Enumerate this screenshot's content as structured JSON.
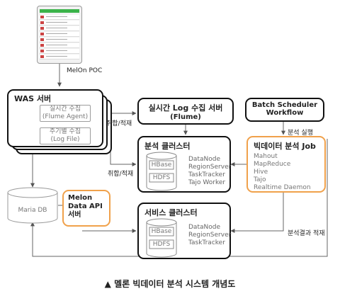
{
  "phone": {
    "label": "MelOn POC"
  },
  "was": {
    "title": "WAS 서버",
    "realtime_collect": {
      "line1": "실시간 수집",
      "line2": "(Flume Agent)"
    },
    "periodic_collect": {
      "line1": "주기별 수집",
      "line2": "(Log File)"
    }
  },
  "log_server": {
    "line1": "실시간 Log 수집 서버",
    "line2": "(Flume)"
  },
  "scheduler": {
    "line1": "Batch Scheduler",
    "line2": "Workflow"
  },
  "edge_labels": {
    "collect_load_1": "취합/적재",
    "collect_load_2": "취합/적재",
    "analysis_run": "분석 실행",
    "result_load": "분석결과 적재"
  },
  "analysis_cluster": {
    "title": "분석 클러스터",
    "hbase": "HBase",
    "hdfs": "HDFS",
    "services": [
      "DataNode",
      "RegionServer",
      "TaskTracker",
      "Tajo Worker"
    ]
  },
  "bigdata_job": {
    "title": "빅데이터 분석 Job",
    "items": [
      "Mahout",
      "MapReduce",
      "Hive",
      "Tajo",
      "Realtime Daemon"
    ]
  },
  "maria": {
    "label": "Maria DB"
  },
  "api_server": {
    "line1": "Melon",
    "line2": "Data API",
    "line3": "서버"
  },
  "service_cluster": {
    "title": "서비스 클러스터",
    "hbase": "HBase",
    "hdfs": "HDFS",
    "services": [
      "DataNode",
      "RegionServer",
      "TaskTracker"
    ]
  },
  "caption": "▲ 멜론 빅데이터 분석 시스템 개념도",
  "colors": {
    "orange": "#f0a14b",
    "gray": "#9c9c9c",
    "dark": "#111111"
  }
}
